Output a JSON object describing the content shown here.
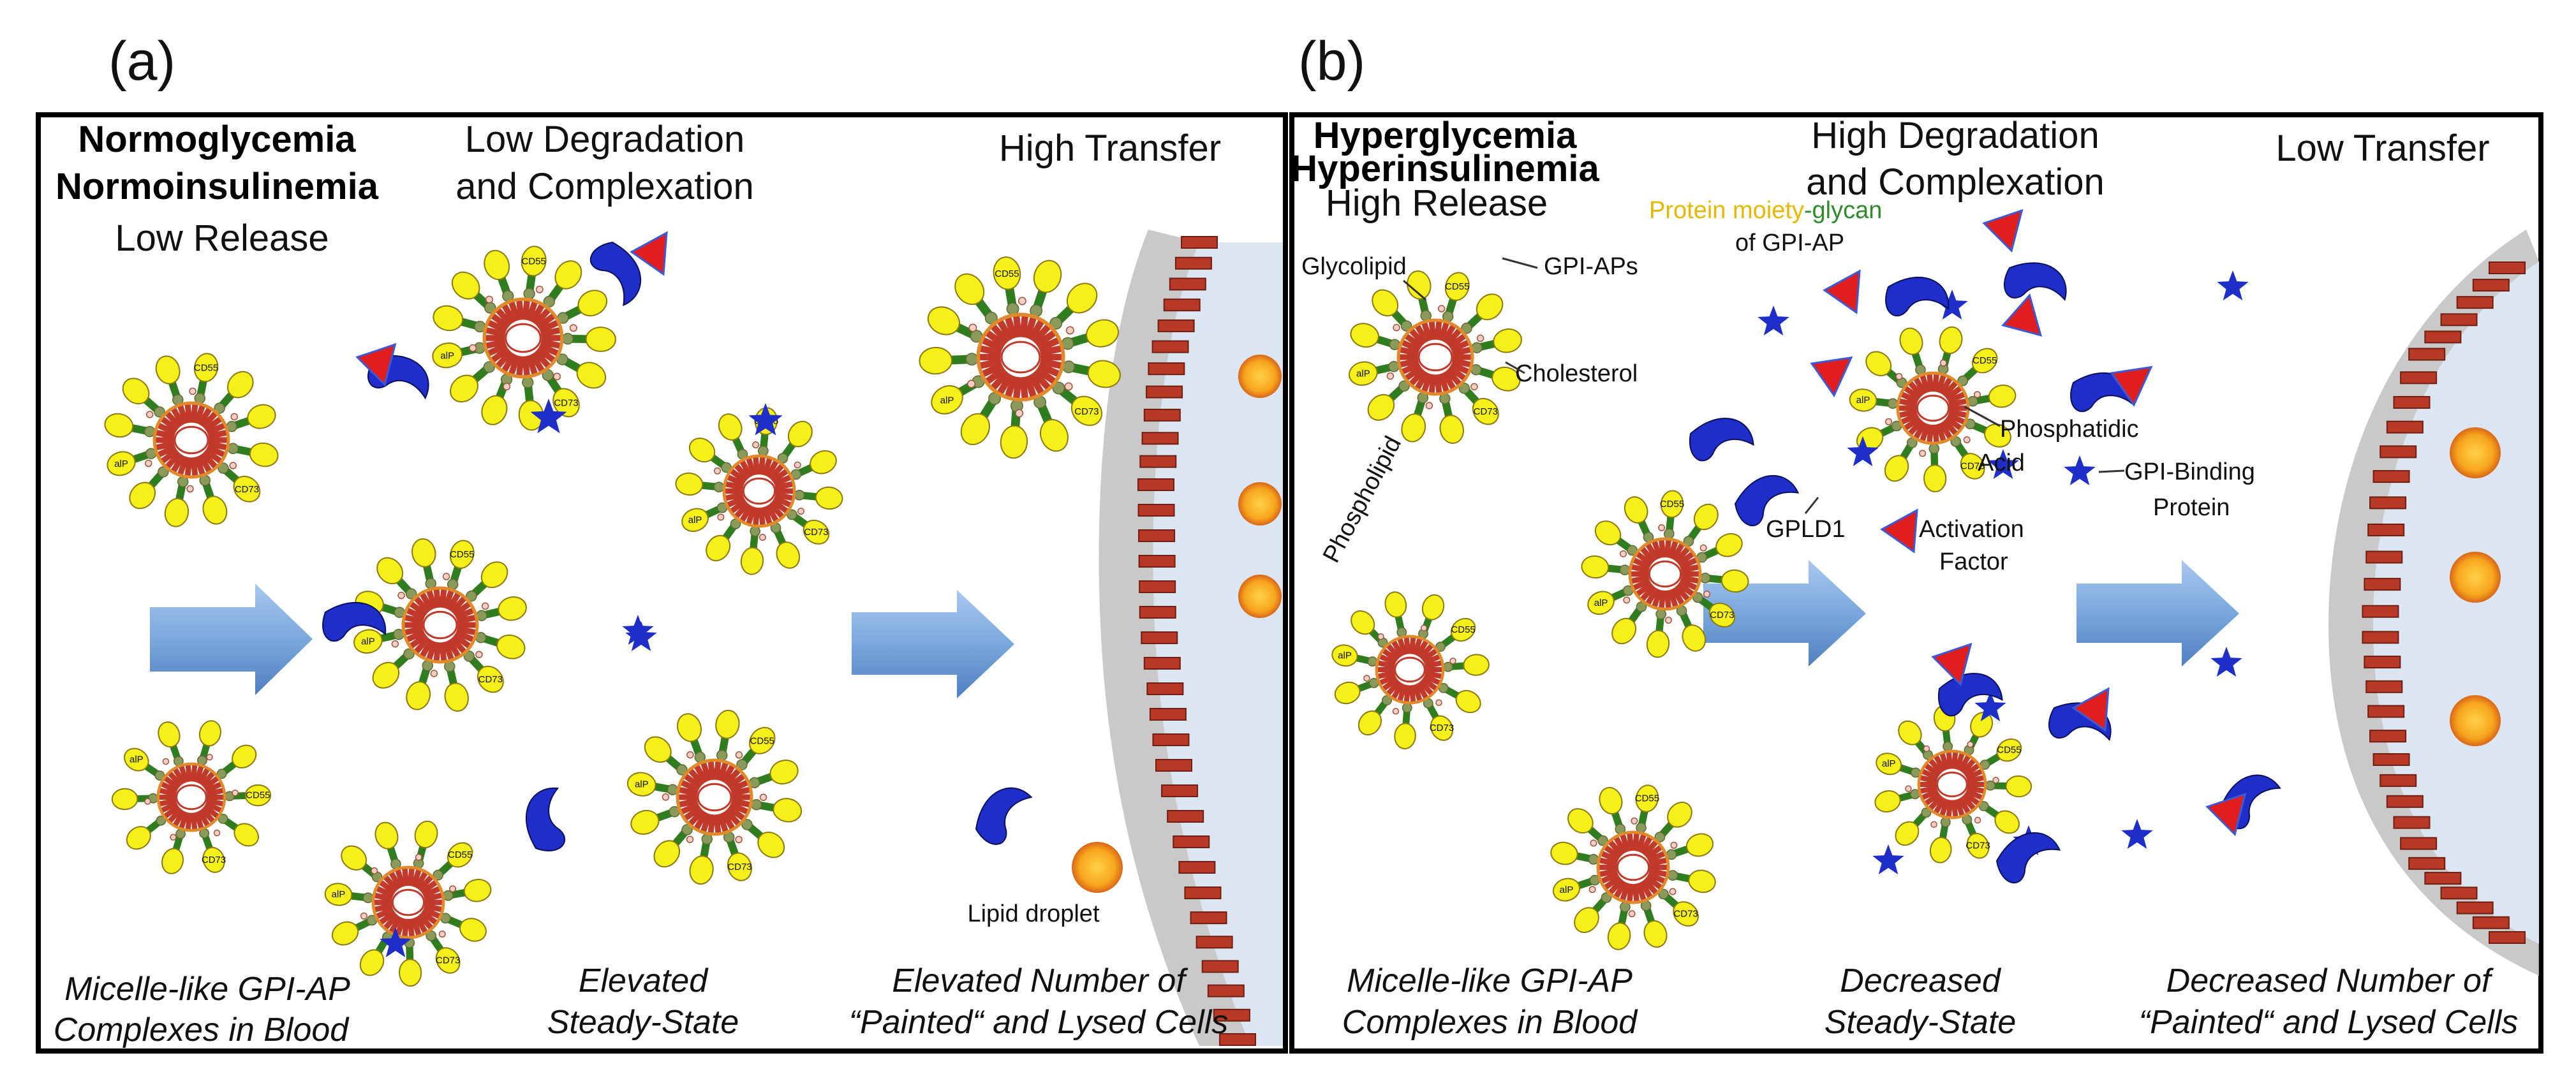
{
  "figure": {
    "panel_a": {
      "letter": "(a)",
      "condition_line1": "Normoglycemia",
      "condition_line2": "Normoinsulinemia",
      "release": "Low Release",
      "degradation_line1": "Low Degradation",
      "degradation_line2": "and Complexation",
      "transfer": "High Transfer",
      "lipid_droplet": "Lipid droplet",
      "caption_left_line1": "Micelle-like GPI-AP",
      "caption_left_line2": "Complexes in Blood",
      "caption_mid_line1": "Elevated",
      "caption_mid_line2": "Steady-State",
      "caption_right_line1": "Elevated Number of",
      "caption_right_line2": "“Painted“ and Lysed Cells"
    },
    "panel_b": {
      "letter": "(b)",
      "condition_line1": "Hyperglycemia",
      "condition_line2": "Hyperinsulinemia",
      "release": "High Release",
      "degradation_line1": "High Degradation",
      "degradation_line2": "and Complexation",
      "transfer": "Low Transfer",
      "caption_left_line1": "Micelle-like GPI-AP",
      "caption_left_line2": "Complexes in Blood",
      "caption_mid_line1": "Decreased",
      "caption_mid_line2": "Steady-State",
      "caption_right_line1": "Decreased Number of",
      "caption_right_line2": "“Painted“ and Lysed Cells",
      "labels": {
        "protein_moiety": "Protein moiety",
        "dash": "-",
        "glycan": "glycan",
        "of_gpi_ap": "of GPI-AP",
        "glycolipid": "Glycolipid",
        "gpi_aps": "GPI-APs",
        "cholesterol": "Cholesterol",
        "phospholipid": "Phospholipid",
        "phosphatidic_line1": "Phosphatidic",
        "phosphatidic_line2": "Acid",
        "gpi_binding_line1": "GPI-Binding",
        "gpi_binding_line2": "Protein",
        "gpld1": "GPLD1",
        "activation_line1": "Activation",
        "activation_line2": "Factor"
      }
    },
    "protein_tags": {
      "cd55": "CD55",
      "cd73": "CD73",
      "alp": "alP"
    },
    "colors": {
      "protein_moiety_label": "#e6b800",
      "glycan_label": "#2e8b2e",
      "membrane": "#c0392b",
      "head_yellow": "#f5ef1a",
      "arrow_blue": "#7aa7dd",
      "star_blue": "#1f2ec9",
      "cell_interior": "#dce6f2"
    }
  }
}
